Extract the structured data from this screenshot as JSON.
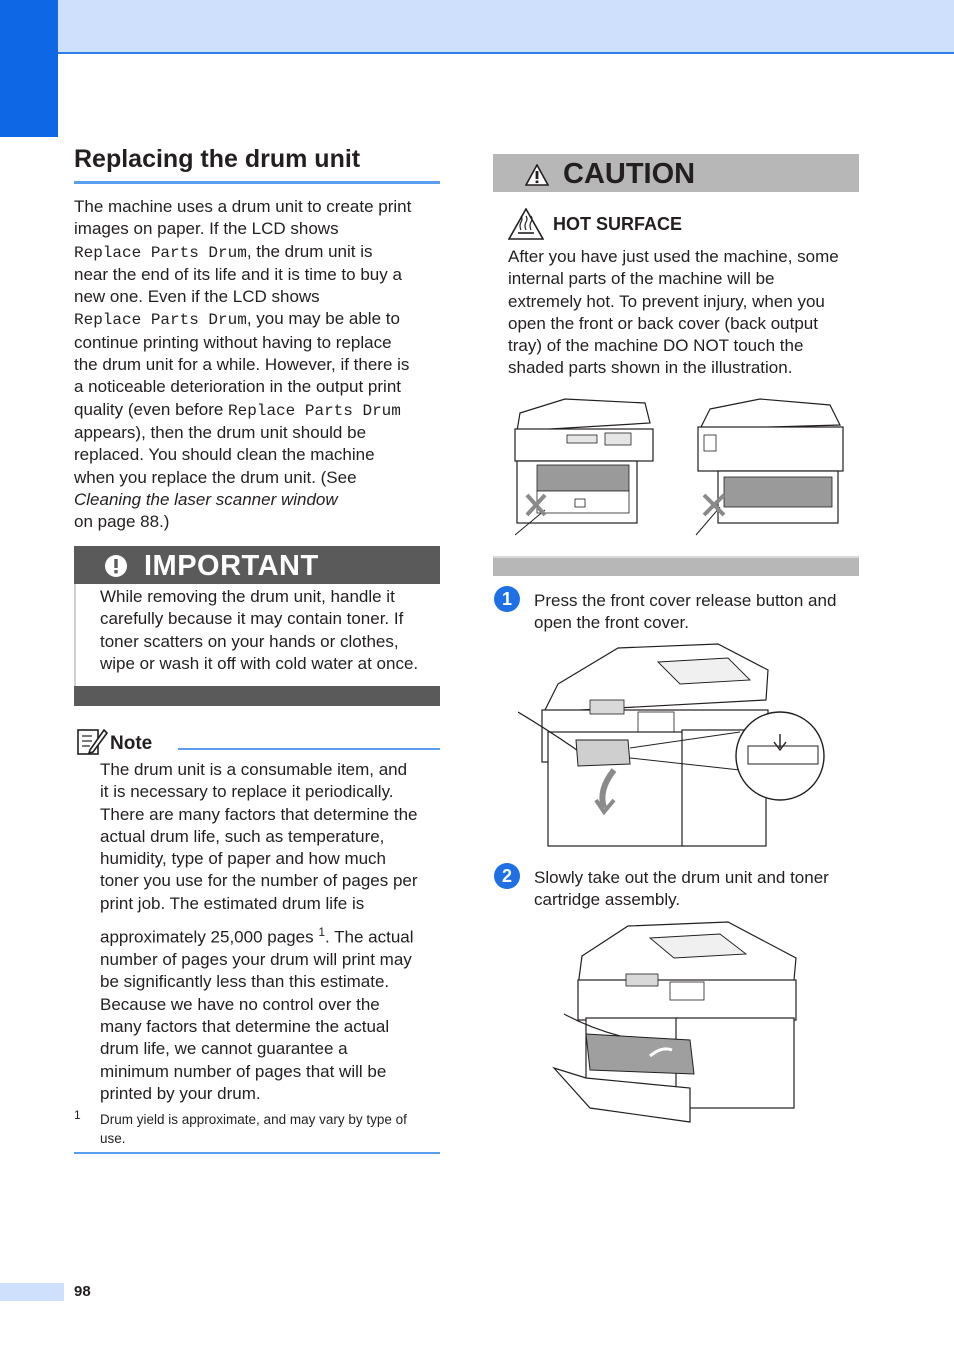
{
  "page": {
    "number": "98"
  },
  "section": {
    "title": "Replacing the drum unit"
  },
  "intro": {
    "l1": "The machine uses a drum unit to create print",
    "l2": "images on paper. If the LCD shows",
    "lcd_msg": "Replace Parts Drum",
    "l3_suffix": ", the drum unit is",
    "l4": "near the end of its life and it is time to buy a",
    "l5": "new one. Even if the LCD shows",
    "l6_suffix": ", you may be able to",
    "l7": "continue printing without having to replace",
    "l8": "the drum unit for a while. However, if there is",
    "l9": "a noticeable deterioration in the output print",
    "l10_prefix": "quality (even before ",
    "l11": "appears), then the drum unit should be",
    "l12": "replaced. You should clean the machine",
    "l13": "when you replace the drum unit. (See",
    "xref": "Cleaning the laser scanner window",
    "l15": "on page 88.)"
  },
  "important": {
    "label": "IMPORTANT",
    "l1": "While removing the drum unit, handle it",
    "l2": "carefully because it may contain toner. If",
    "l3": "toner scatters on your hands or clothes,",
    "l4": "wipe or wash it off with cold water at once."
  },
  "note": {
    "label": "Note",
    "lines": [
      "The drum unit is a consumable item, and",
      "it is necessary to replace it periodically.",
      "There are many factors that determine the",
      "actual drum life, such as temperature,",
      "humidity, type of paper and how much",
      "toner you use for the number of pages per",
      "print job. The estimated drum life is"
    ],
    "approx_prefix": "approximately 25,000 pages ",
    "sup": "1",
    "approx_suffix": ". The actual",
    "lines2": [
      "number of pages your drum will print may",
      "be significantly less than this estimate.",
      "Because we have no control over the",
      "many factors that determine the actual",
      "drum life, we cannot guarantee a",
      "minimum number of pages that will be",
      "printed by your drum."
    ],
    "footnote_num": "1",
    "footnote_l1": "Drum yield is approximate, and may vary by type of",
    "footnote_l2": "use."
  },
  "caution": {
    "label": "CAUTION",
    "hot_label": "HOT SURFACE",
    "lines": [
      "After you have just used the machine, some",
      "internal parts of the machine will be",
      "extremely hot. To prevent injury, when you",
      "open the front or back cover (back output",
      "tray) of the machine DO NOT touch the",
      "shaded parts shown in the illustration."
    ]
  },
  "steps": [
    {
      "num": "1",
      "l1": "Press the front cover release button and",
      "l2": "open the front cover."
    },
    {
      "num": "2",
      "l1": "Slowly take out the drum unit and toner",
      "l2": "cartridge assembly."
    }
  ],
  "colors": {
    "accent": "#0e68e6",
    "rule": "#5b9df0",
    "band": "#cfe0fd",
    "important": "#5a5a5a",
    "caution": "#b7b7b7"
  }
}
